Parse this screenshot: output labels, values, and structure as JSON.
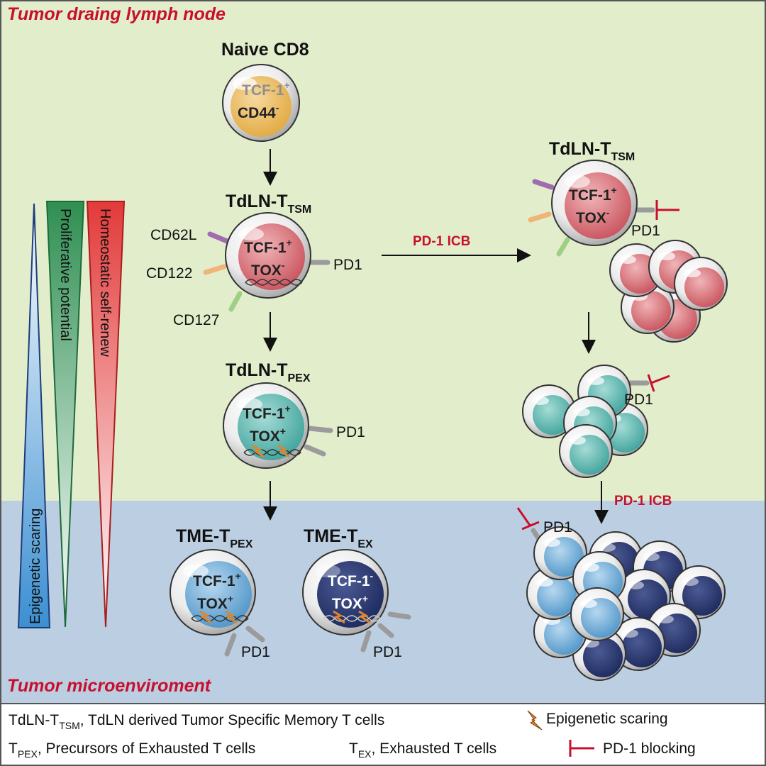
{
  "regions": {
    "lymph_node": "Tumor draing lymph node",
    "microenvironment": "Tumor microenviroment"
  },
  "cells": {
    "naive": {
      "title": "Naive CD8",
      "marker1": "TCF-1",
      "marker1_sup": "+",
      "marker2": "CD44",
      "marker2_sup": "-"
    },
    "tsm": {
      "title": "TdLN-T",
      "title_sub": "TSM",
      "marker1": "TCF-1",
      "marker1_sup": "+",
      "marker2": "TOX",
      "marker2_sup": "-"
    },
    "pex": {
      "title": "TdLN-T",
      "title_sub": "PEX",
      "marker1": "TCF-1",
      "marker1_sup": "+",
      "marker2": "TOX",
      "marker2_sup": "+"
    },
    "tme_pex": {
      "title": "TME-T",
      "title_sub": "PEX",
      "marker1": "TCF-1",
      "marker1_sup": "+",
      "marker2": "TOX",
      "marker2_sup": "+"
    },
    "tme_ex": {
      "title": "TME-T",
      "title_sub": "EX",
      "marker1": "TCF-1",
      "marker1_sup": "-",
      "marker2": "TOX",
      "marker2_sup": "+"
    },
    "tsm_right": {
      "title": "TdLN-T",
      "title_sub": "TSM",
      "marker1": "TCF-1",
      "marker1_sup": "+",
      "marker2": "TOX",
      "marker2_sup": "-"
    }
  },
  "receptors": {
    "cd62l": "CD62L",
    "cd122": "CD122",
    "cd127": "CD127",
    "pd1": "PD1"
  },
  "treatment": {
    "icb_label": "PD-1 ICB"
  },
  "gradients": {
    "epigenetic": "Epigenetic scaring",
    "proliferative": "Proliferative potential",
    "homeostatic": "Homeostatic self-renew"
  },
  "legend": {
    "tsm_abbr": "TdLN-T",
    "tsm_abbr_sub": "TSM",
    "tsm_def": ", TdLN derived Tumor Specific Memory T cells",
    "epi_label": "Epigenetic scaring",
    "pex_abbr": "T",
    "pex_abbr_sub": "PEX",
    "pex_def": ", Precursors of Exhausted T cells",
    "ex_abbr": "T",
    "ex_abbr_sub": "EX",
    "ex_def": ", Exhausted T cells",
    "blocking_label": "PD-1 blocking"
  },
  "colors": {
    "lymph_bg": "#e2edcc",
    "tme_bg": "#bccfe2",
    "naive_core": "#e2a940",
    "tsm_core": "#c9525c",
    "pex_core": "#3fa39c",
    "tme_pex_core": "#4f95c9",
    "tme_ex_core": "#1d2a5e",
    "accent_red": "#c8102e"
  }
}
